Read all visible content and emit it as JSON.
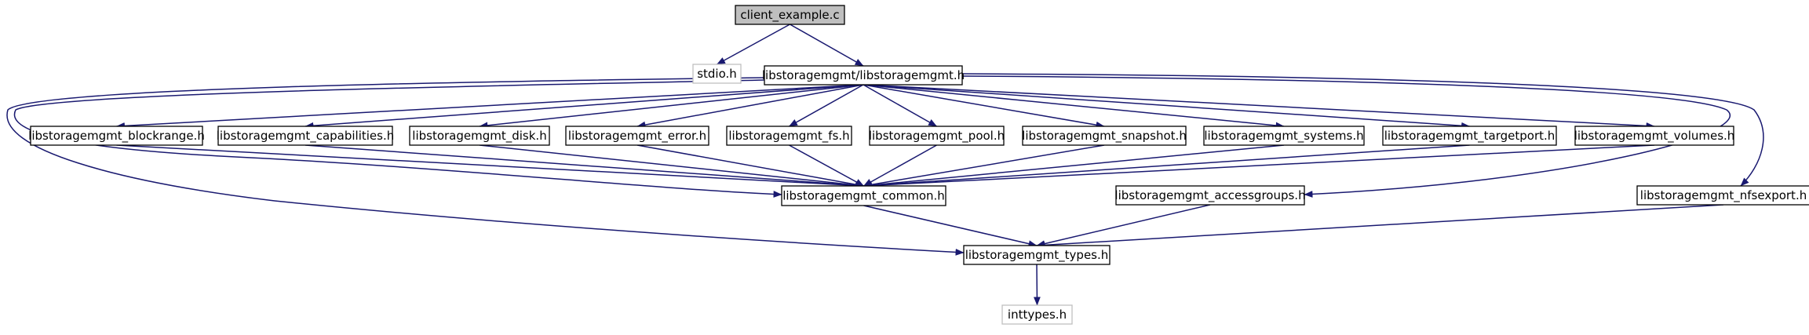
{
  "colors": {
    "edge": "#191970",
    "node_border": "#000000",
    "missing_border": "#bfbfbf",
    "root_fill": "#bfbfbf",
    "node_fill": "#ffffff",
    "text": "#000000"
  },
  "nodes": [
    {
      "id": "client_example",
      "label": "client_example.c",
      "style": "root"
    },
    {
      "id": "stdio",
      "label": "stdio.h",
      "style": "missing"
    },
    {
      "id": "libstoragemgmt",
      "label": "libstoragemgmt/libstoragemgmt.h",
      "style": "normal"
    },
    {
      "id": "blockrange",
      "label": "libstoragemgmt_blockrange.h",
      "style": "normal"
    },
    {
      "id": "capabilities",
      "label": "libstoragemgmt_capabilities.h",
      "style": "normal"
    },
    {
      "id": "disk",
      "label": "libstoragemgmt_disk.h",
      "style": "normal"
    },
    {
      "id": "error",
      "label": "libstoragemgmt_error.h",
      "style": "normal"
    },
    {
      "id": "fs",
      "label": "libstoragemgmt_fs.h",
      "style": "normal"
    },
    {
      "id": "pool",
      "label": "libstoragemgmt_pool.h",
      "style": "normal"
    },
    {
      "id": "snapshot",
      "label": "libstoragemgmt_snapshot.h",
      "style": "normal"
    },
    {
      "id": "systems",
      "label": "libstoragemgmt_systems.h",
      "style": "normal"
    },
    {
      "id": "targetport",
      "label": "libstoragemgmt_targetport.h",
      "style": "normal"
    },
    {
      "id": "volumes",
      "label": "libstoragemgmt_volumes.h",
      "style": "normal"
    },
    {
      "id": "common",
      "label": "libstoragemgmt_common.h",
      "style": "normal"
    },
    {
      "id": "accessgroups",
      "label": "libstoragemgmt_accessgroups.h",
      "style": "normal"
    },
    {
      "id": "nfsexport",
      "label": "libstoragemgmt_nfsexport.h",
      "style": "normal"
    },
    {
      "id": "types",
      "label": "libstoragemgmt_types.h",
      "style": "normal"
    },
    {
      "id": "inttypes",
      "label": "inttypes.h",
      "style": "missing"
    }
  ],
  "edges": [
    [
      "client_example",
      "stdio"
    ],
    [
      "client_example",
      "libstoragemgmt"
    ],
    [
      "libstoragemgmt",
      "blockrange"
    ],
    [
      "libstoragemgmt",
      "capabilities"
    ],
    [
      "libstoragemgmt",
      "disk"
    ],
    [
      "libstoragemgmt",
      "error"
    ],
    [
      "libstoragemgmt",
      "fs"
    ],
    [
      "libstoragemgmt",
      "pool"
    ],
    [
      "libstoragemgmt",
      "snapshot"
    ],
    [
      "libstoragemgmt",
      "systems"
    ],
    [
      "libstoragemgmt",
      "targetport"
    ],
    [
      "libstoragemgmt",
      "volumes"
    ],
    [
      "libstoragemgmt",
      "common"
    ],
    [
      "libstoragemgmt",
      "accessgroups"
    ],
    [
      "libstoragemgmt",
      "nfsexport"
    ],
    [
      "libstoragemgmt",
      "types"
    ],
    [
      "blockrange",
      "common"
    ],
    [
      "capabilities",
      "common"
    ],
    [
      "disk",
      "common"
    ],
    [
      "error",
      "common"
    ],
    [
      "fs",
      "common"
    ],
    [
      "pool",
      "common"
    ],
    [
      "snapshot",
      "common"
    ],
    [
      "systems",
      "common"
    ],
    [
      "targetport",
      "common"
    ],
    [
      "volumes",
      "common"
    ],
    [
      "common",
      "types"
    ],
    [
      "accessgroups",
      "types"
    ],
    [
      "nfsexport",
      "types"
    ],
    [
      "types",
      "inttypes"
    ]
  ]
}
